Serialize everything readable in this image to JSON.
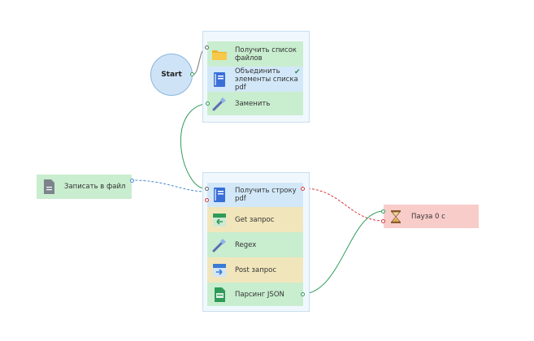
{
  "start": {
    "label": "Start"
  },
  "group1": {
    "items": [
      {
        "label": "Получить список файлов",
        "icon": "folder-icon"
      },
      {
        "label": "Объединить элементы списка pdf",
        "icon": "notebook-icon"
      },
      {
        "label": "Заменить",
        "icon": "wand-icon"
      }
    ]
  },
  "group2": {
    "items": [
      {
        "label": "Получить строку pdf",
        "icon": "notebook-icon"
      },
      {
        "label": "Get запрос",
        "icon": "http-get-icon"
      },
      {
        "label": "Regex",
        "icon": "wand-icon"
      },
      {
        "label": "Post запрос",
        "icon": "http-post-icon"
      },
      {
        "label": "Парсинг JSON",
        "icon": "json-file-icon"
      }
    ]
  },
  "write_file": {
    "label": "Записать в файл",
    "icon": "document-icon"
  },
  "pause": {
    "label": "Пауза 0 с",
    "icon": "hourglass-icon"
  },
  "colors": {
    "green": "#c9edcf",
    "yellow": "#f1e6bb",
    "blue": "#d2e8f8",
    "red": "#f8ccc9",
    "wire_green": "#2e9b58",
    "wire_red": "#d9363e",
    "wire_blue": "#4a8ad4"
  }
}
